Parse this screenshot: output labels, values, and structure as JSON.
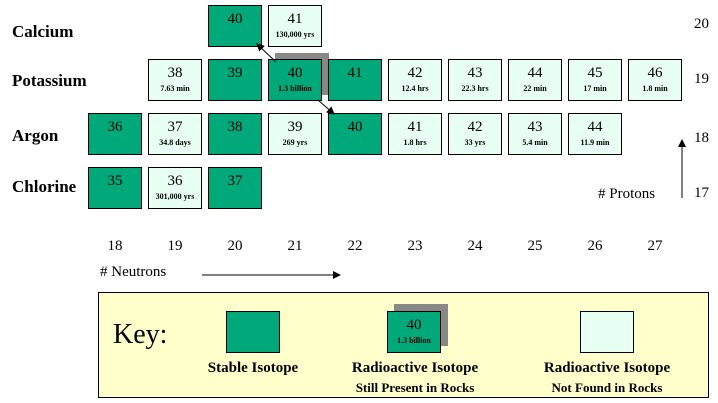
{
  "elements": {
    "calcium": {
      "name": "Calcium",
      "protons": "20"
    },
    "potassium": {
      "name": "Potassium",
      "protons": "19"
    },
    "argon": {
      "name": "Argon",
      "protons": "18"
    },
    "chlorine": {
      "name": "Chlorine",
      "protons": "17"
    }
  },
  "cells": {
    "ca40": {
      "mass": "40",
      "halflife": ""
    },
    "ca41": {
      "mass": "41",
      "halflife": "130,000 yrs"
    },
    "k38": {
      "mass": "38",
      "halflife": "7.63 min"
    },
    "k39": {
      "mass": "39",
      "halflife": ""
    },
    "k40": {
      "mass": "40",
      "halflife": "1.3 billion"
    },
    "k41": {
      "mass": "41",
      "halflife": ""
    },
    "k42": {
      "mass": "42",
      "halflife": "12.4 hrs"
    },
    "k43": {
      "mass": "43",
      "halflife": "22.3 hrs"
    },
    "k44": {
      "mass": "44",
      "halflife": "22 min"
    },
    "k45": {
      "mass": "45",
      "halflife": "17 min"
    },
    "k46": {
      "mass": "46",
      "halflife": "1.8 min"
    },
    "ar36": {
      "mass": "36",
      "halflife": ""
    },
    "ar37": {
      "mass": "37",
      "halflife": "34.8 days"
    },
    "ar38": {
      "mass": "38",
      "halflife": ""
    },
    "ar39": {
      "mass": "39",
      "halflife": "269 yrs"
    },
    "ar40": {
      "mass": "40",
      "halflife": ""
    },
    "ar41": {
      "mass": "41",
      "halflife": "1.8 hrs"
    },
    "ar42": {
      "mass": "42",
      "halflife": "33 yrs"
    },
    "ar43": {
      "mass": "43",
      "halflife": "5.4 min"
    },
    "ar44": {
      "mass": "44",
      "halflife": "11.9 min"
    },
    "cl35": {
      "mass": "35",
      "halflife": ""
    },
    "cl36": {
      "mass": "36",
      "halflife": "301,000 yrs"
    },
    "cl37": {
      "mass": "37",
      "halflife": ""
    }
  },
  "neutron_ticks": [
    "18",
    "19",
    "20",
    "21",
    "22",
    "23",
    "24",
    "25",
    "26",
    "27"
  ],
  "axis": {
    "neutrons_label": "# Neutrons",
    "protons_label": "# Protons"
  },
  "key": {
    "title": "Key:",
    "stable_label": "Stable Isotope",
    "present_label": "Radioactive Isotope",
    "present_sub": "Still Present in Rocks",
    "present_mass": "40",
    "present_halflife": "1.3 billion",
    "gone_label": "Radioactive Isotope",
    "gone_sub": "Not Found in Rocks"
  },
  "colors": {
    "stable": "#00a87a",
    "radioactive_present": "#00a87a",
    "radioactive_gone": "#e8fff4",
    "key_background": "#ffffcc"
  }
}
